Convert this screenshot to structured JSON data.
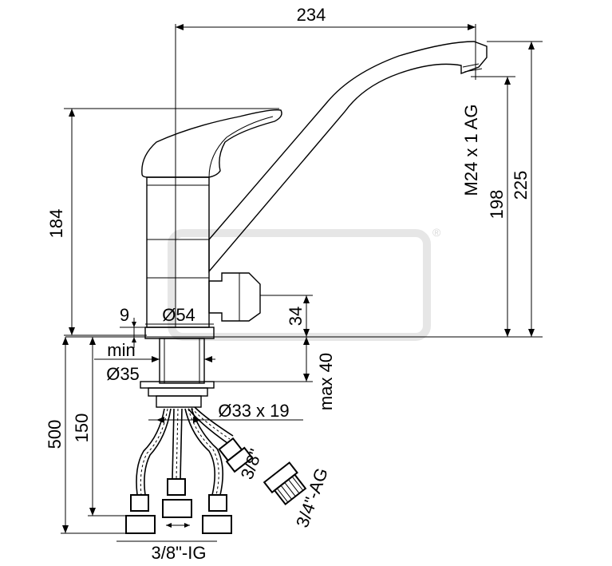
{
  "dimensions": {
    "top_width": "234",
    "left_height": "184",
    "right_height_total": "225",
    "right_height_spout": "198",
    "thread_label": "M24 x 1 AG",
    "flange_thickness": "9",
    "body_diameter": "Ø54",
    "side_connection_height": "34",
    "max_counter": "max 40",
    "min_label": "min",
    "hole_diameter": "Ø35",
    "shank_size": "Ø33 x 19",
    "hose_length_total": "500",
    "hose_length_inner": "150",
    "side_fitting": "3/8\"",
    "adapter_fitting": "3/4\"-AG",
    "bottom_fitting": "3/8\"-IG"
  },
  "watermark": {
    "registered_mark": "®"
  }
}
